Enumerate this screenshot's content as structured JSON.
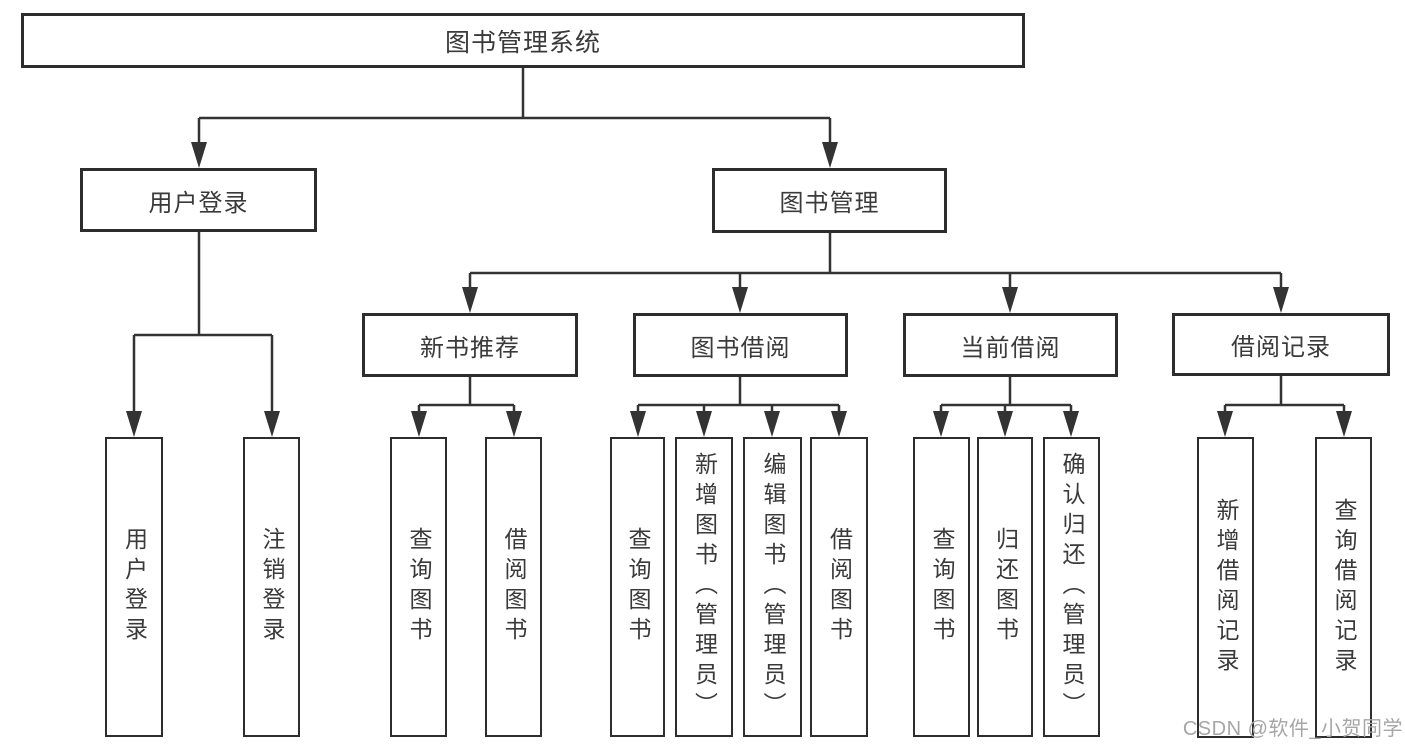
{
  "tree": {
    "root": {
      "label": "图书管理系统"
    },
    "branches": [
      {
        "label": "用户登录",
        "children": [
          {
            "label": "用户登录"
          },
          {
            "label": "注销登录"
          }
        ]
      },
      {
        "label": "图书管理",
        "children": [
          {
            "label": "新书推荐",
            "children": [
              {
                "label": "查询图书"
              },
              {
                "label": "借阅图书"
              }
            ]
          },
          {
            "label": "图书借阅",
            "children": [
              {
                "label": "查询图书"
              },
              {
                "label": "新增图书（管理员）"
              },
              {
                "label": "编辑图书（管理员）"
              },
              {
                "label": "借阅图书"
              }
            ]
          },
          {
            "label": "当前借阅",
            "children": [
              {
                "label": "查询图书"
              },
              {
                "label": "归还图书"
              },
              {
                "label": "确认归还（管理员）"
              }
            ]
          },
          {
            "label": "借阅记录",
            "children": [
              {
                "label": "新增借阅记录"
              },
              {
                "label": "查询借阅记录"
              }
            ]
          }
        ]
      }
    ]
  },
  "watermark": {
    "text": "CSDN @软件_小贺同学"
  },
  "colors": {
    "line": "#333333",
    "box_border": "#2d2d2d",
    "text": "#3a3a3a",
    "watermark": "#a6a6a6",
    "background": "#ffffff"
  }
}
